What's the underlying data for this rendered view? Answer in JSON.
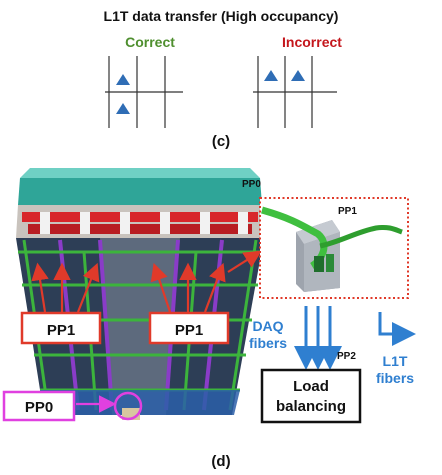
{
  "panel_c": {
    "title": "L1T data transfer (High occupancy)",
    "correct_label": "Correct",
    "incorrect_label": "Incorrect",
    "caption": "(c)"
  },
  "panel_d": {
    "pp0_top": "PP0",
    "pp1_inset": "PP1",
    "pp1_left": "PP1",
    "pp1_right": "PP1",
    "pp0_bottom": "PP0",
    "daq_line1": "DAQ",
    "daq_line2": "fibers",
    "pp2": "PP2",
    "load_line1": "Load",
    "load_line2": "balancing",
    "l1t_line1": "L1T",
    "l1t_line2": "fibers",
    "caption": "(d)"
  },
  "colors": {
    "correct": "#4f8f2f",
    "incorrect": "#c4161c",
    "triangle": "#2f6db5",
    "arrow_blue": "#2f7fd0",
    "red": "#e03a2a",
    "magenta": "#e040e0",
    "green": "#3cb43c"
  }
}
